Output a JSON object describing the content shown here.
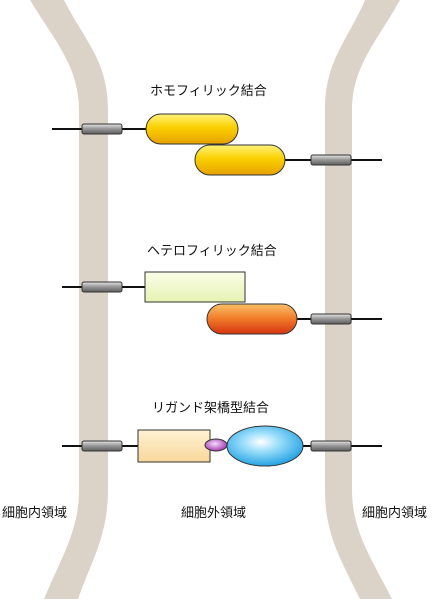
{
  "labels": {
    "homophilic": "ホモフィリック結合",
    "heterophilic": "ヘテロフィリック結合",
    "ligand_bridged": "リガンド架橋型結合",
    "intracellular_left": "細胞内領域",
    "extracellular": "細胞外領域",
    "intracellular_right": "細胞内領域"
  },
  "colors": {
    "membrane": "#dcd3c8",
    "line": "#111111",
    "homo_top": "#fbe36a",
    "homo_bottom": "#e9ae00",
    "hetero_a": "#f2f8cf",
    "hetero_b_top": "#f7a45a",
    "hetero_b_bottom": "#d83a10",
    "ligand_box": "#fbe2ae",
    "ligand_small": "#b868c2",
    "ligand_big_top": "#e0f6ff",
    "ligand_big_bottom": "#1aa0e0"
  }
}
